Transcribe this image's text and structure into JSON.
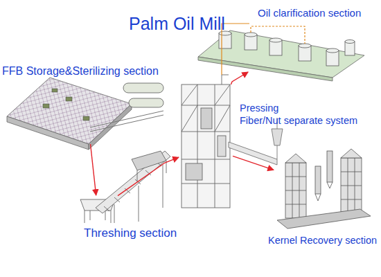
{
  "diagram": {
    "title": "Palm Oil Mill",
    "nodes": [
      {
        "text": [
          "FFB Storage&Sterilizing section"
        ]
      },
      {
        "text": [
          "Threshing section"
        ]
      },
      {
        "text": [
          "Pressing",
          "Fiber/Nut separate system"
        ]
      },
      {
        "text": [
          "Oil clarification section"
        ]
      },
      {
        "text": [
          "Kernel Recovery section"
        ]
      }
    ],
    "edges": [
      {
        "from": 0,
        "to": 1,
        "arrow": "to"
      },
      {
        "from": 1,
        "to": 2,
        "arrow": "to"
      },
      {
        "from": 2,
        "to": 3,
        "arrow": "to"
      },
      {
        "from": 2,
        "to": 4,
        "arrow": "to"
      }
    ]
  }
}
